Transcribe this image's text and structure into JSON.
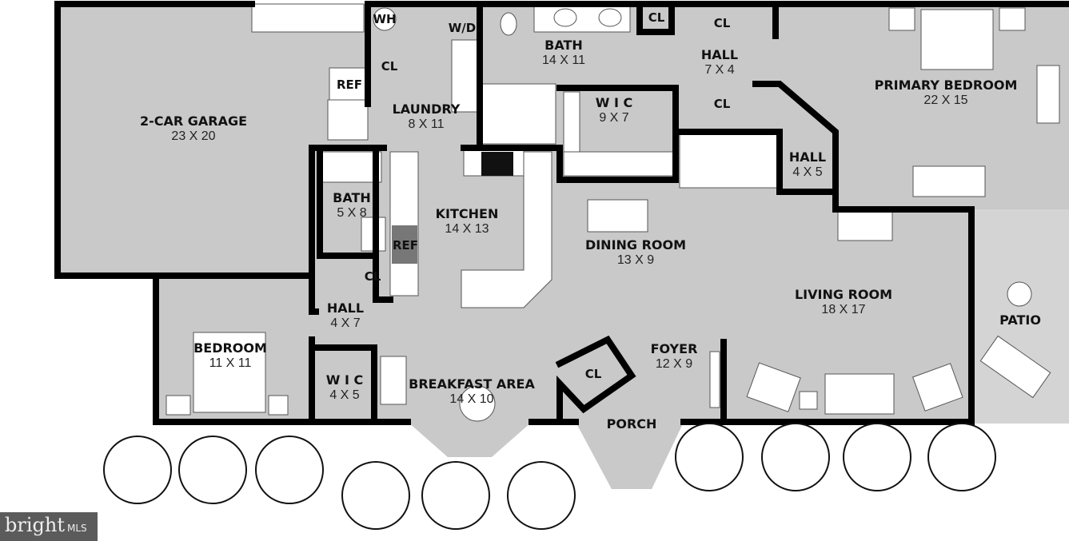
{
  "rooms": {
    "garage": {
      "name": "2-CAR GARAGE",
      "dims": "23 X 20"
    },
    "laundry": {
      "name": "LAUNDRY",
      "dims": "8 X 11"
    },
    "bath_primary": {
      "name": "BATH",
      "dims": "14 X 11"
    },
    "hall_upper": {
      "name": "HALL",
      "dims": "7 X 4"
    },
    "primary_bedroom": {
      "name": "PRIMARY BEDROOM",
      "dims": "22 X 15"
    },
    "wic_primary": {
      "name": "W I C",
      "dims": "9 X 7"
    },
    "hall_right": {
      "name": "HALL",
      "dims": "4 X 5"
    },
    "bath_small": {
      "name": "BATH",
      "dims": "5 X 8"
    },
    "kitchen": {
      "name": "KITCHEN",
      "dims": "14 X 13"
    },
    "dining": {
      "name": "DINING ROOM",
      "dims": "13 X 9"
    },
    "living": {
      "name": "LIVING ROOM",
      "dims": "18 X 17"
    },
    "hall_left": {
      "name": "HALL",
      "dims": "4 X 7"
    },
    "bedroom": {
      "name": "BEDROOM",
      "dims": "11 X 11"
    },
    "wic_small": {
      "name": "W I C",
      "dims": "4 X 5"
    },
    "breakfast": {
      "name": "BREAKFAST AREA",
      "dims": "14 X 10"
    },
    "foyer": {
      "name": "FOYER",
      "dims": "12 X 9"
    },
    "porch": {
      "name": "PORCH"
    },
    "patio": {
      "name": "PATIO"
    }
  },
  "fixtures": {
    "wh": "WH",
    "wd": "W/D",
    "ref_garage": "REF",
    "ref_kitchen": "REF",
    "cl_laundry": "CL",
    "cl_bath": "CL",
    "cl_hall_top": "CL",
    "cl_hall_bottom": "CL",
    "cl_kitchen": "CL",
    "cl_foyer": "CL"
  },
  "watermark": {
    "brand": "bright",
    "suffix": "MLS"
  }
}
